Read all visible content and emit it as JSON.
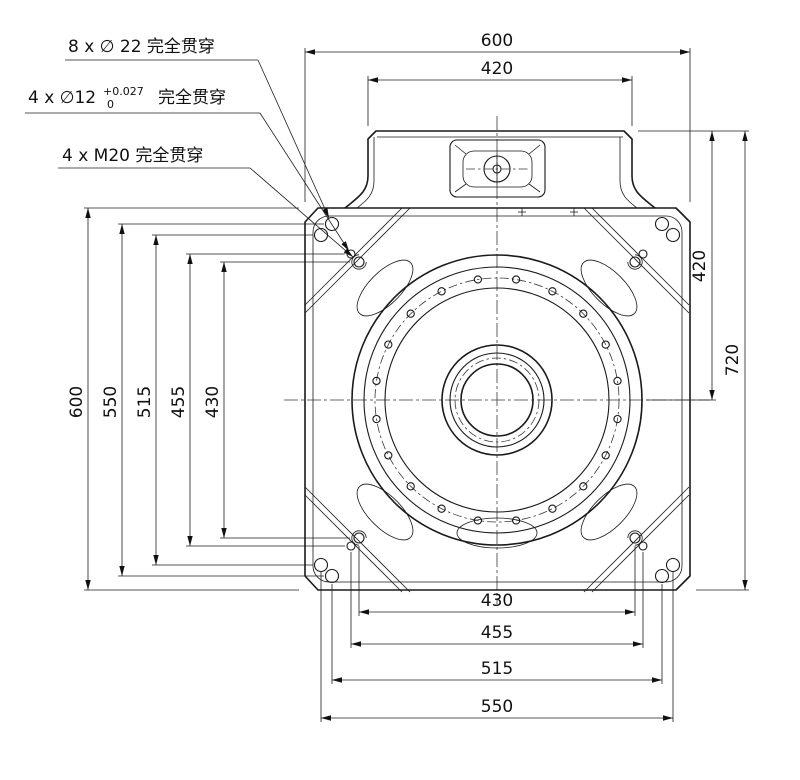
{
  "sheet": {
    "line_color": "#1a1a1a",
    "background": "#ffffff"
  },
  "callouts": {
    "holes_22": "8 x ∅ 22 完全贯穿",
    "holes_12_prefix": "4 x ∅12",
    "holes_12_tol_upper": "+0.027",
    "holes_12_tol_lower": "0",
    "holes_12_suffix": "完全贯穿",
    "holes_m20": "4 x  M20 完全贯穿"
  },
  "dimensions": {
    "top": {
      "overall_width": "600",
      "bracket_width": "420"
    },
    "right": {
      "top_to_center": "420",
      "overall_height": "720"
    },
    "left": {
      "overall": "600",
      "pattern_550": "550",
      "pattern_515": "515",
      "pattern_455": "455",
      "pattern_430": "430"
    },
    "bottom": {
      "pattern_430": "430",
      "pattern_455": "455",
      "pattern_515": "515",
      "pattern_550": "550"
    }
  }
}
